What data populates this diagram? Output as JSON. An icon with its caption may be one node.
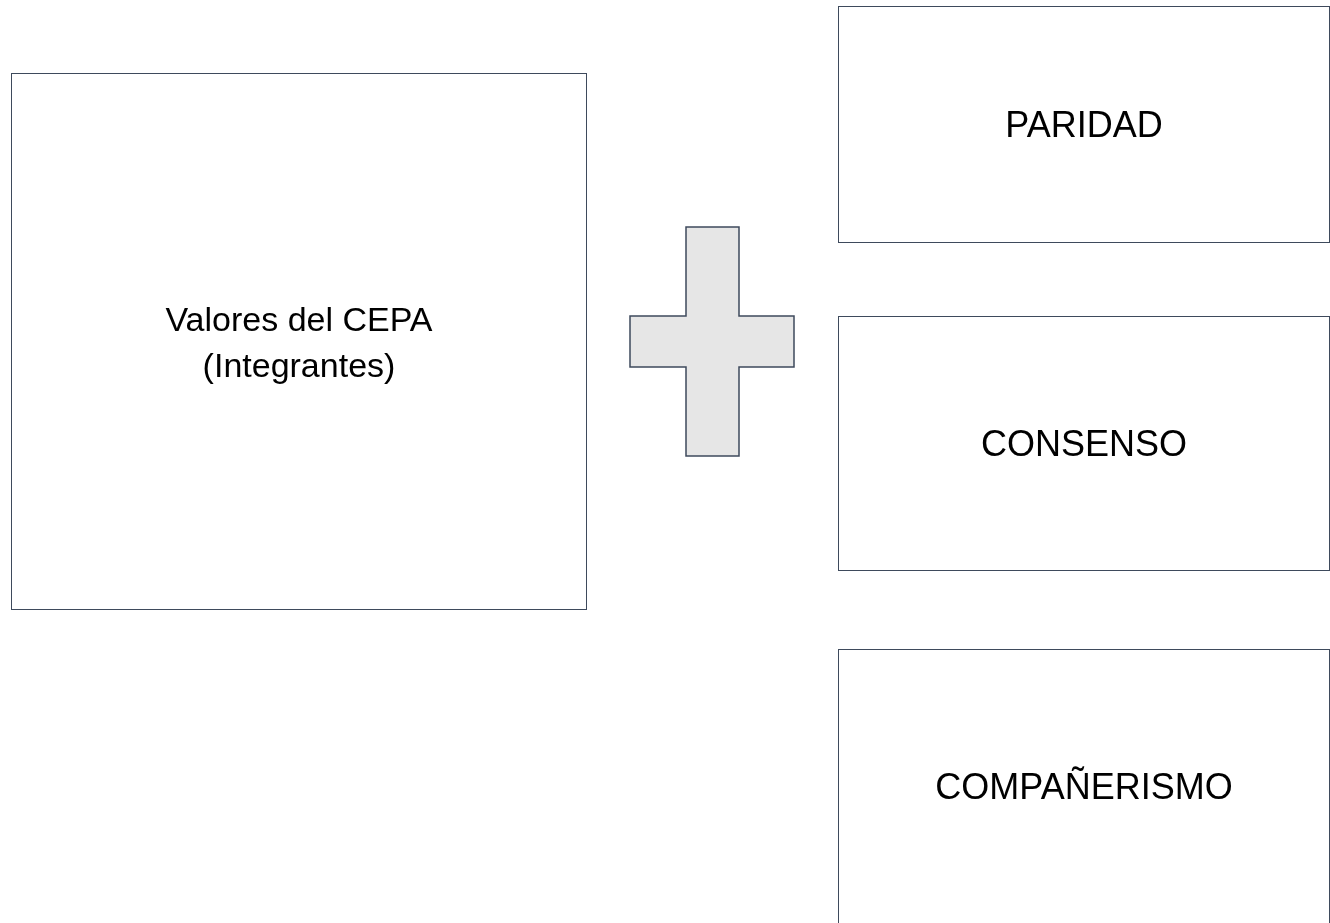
{
  "diagram": {
    "nodes": [
      {
        "text": [
          "Valores del CEPA (Integrantes)"
        ]
      },
      {
        "text": [
          "PARIDAD"
        ]
      },
      {
        "text": [
          "CONSENSO"
        ]
      },
      {
        "text": [
          "COMPAÑERISMO"
        ]
      }
    ]
  }
}
